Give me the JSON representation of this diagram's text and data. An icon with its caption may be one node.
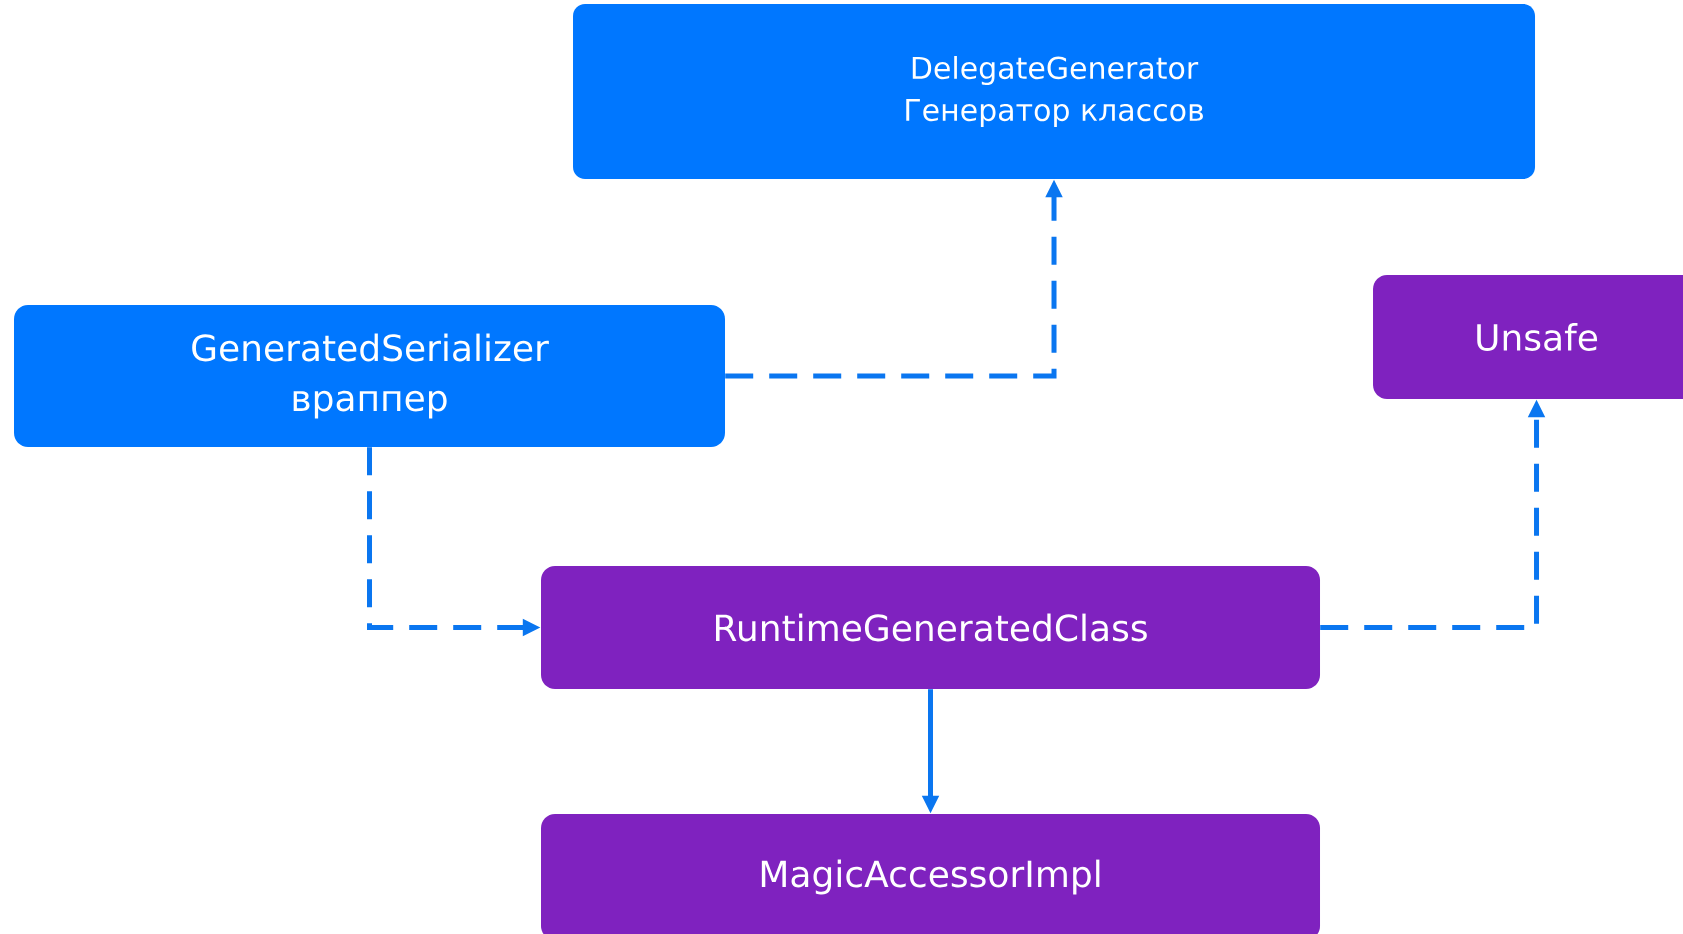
{
  "diagram": {
    "nodes": [
      {
        "text": [
          "DelegateGenerator",
          "Генератор классов"
        ]
      },
      {
        "text": [
          "GeneratedSerializer",
          "враппер"
        ]
      },
      {
        "text": [
          "Unsafe"
        ]
      },
      {
        "text": [
          "RuntimeGeneratedClass"
        ]
      },
      {
        "text": [
          "MagicAccessorImpl"
        ]
      }
    ],
    "edges": [
      {
        "from": 1,
        "to": 0,
        "arrow": "to",
        "style": "dashed"
      },
      {
        "from": 1,
        "to": 3,
        "arrow": "to",
        "style": "dashed"
      },
      {
        "from": 3,
        "to": 2,
        "arrow": "to",
        "style": "dashed"
      },
      {
        "from": 3,
        "to": 4,
        "arrow": "to"
      }
    ]
  }
}
